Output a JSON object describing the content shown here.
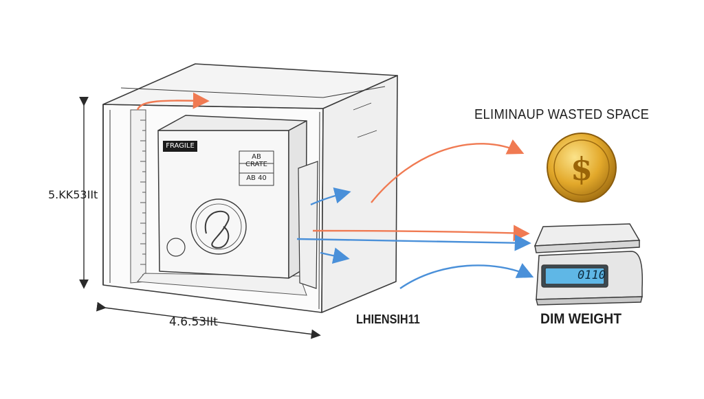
{
  "labels": {
    "eliminate": "ELIMINAUP WASTED SPACE",
    "height_dim": "5.KK53IIt",
    "width_dim": "4.6.53IIt",
    "length": "LHIENSIH11",
    "dim_weight": "DIM WEIGHT"
  },
  "box": {
    "label_tag": "FRAGILE",
    "label_line1": "AB CRATE",
    "label_line2": "AB 40"
  },
  "scale": {
    "display": "0110"
  },
  "colors": {
    "orange": "#f07a52",
    "blue": "#4a90d9",
    "gold": "#e0a82a",
    "line": "#3a3a3a"
  },
  "icons": [
    "coin-icon",
    "scale-icon",
    "package-icon",
    "ruler-icon"
  ]
}
